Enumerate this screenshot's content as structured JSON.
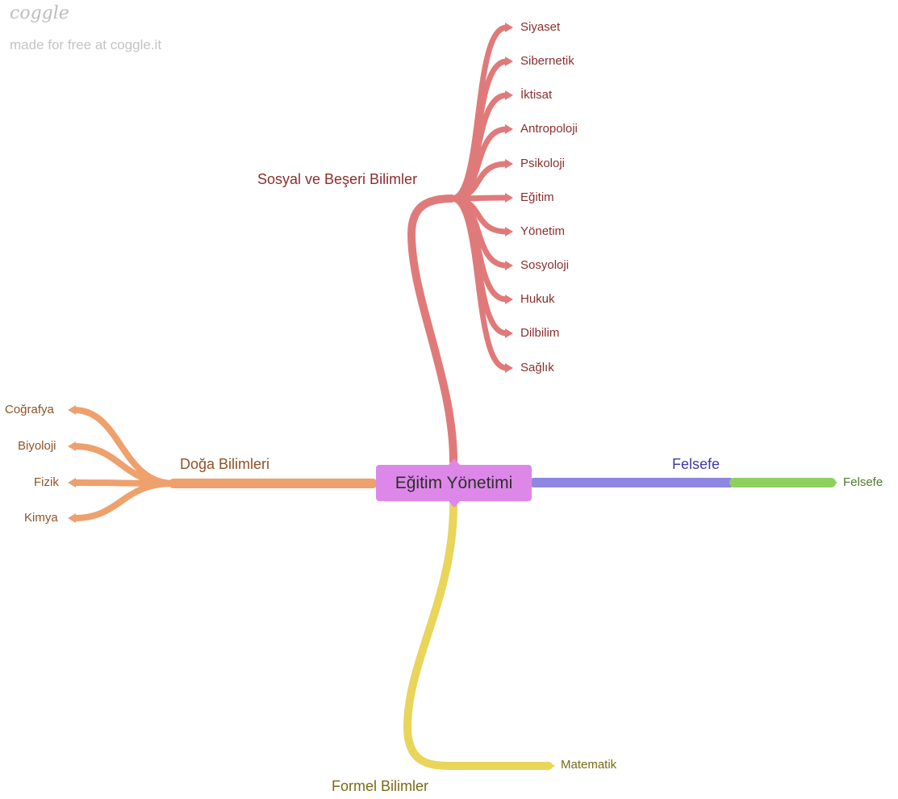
{
  "watermark": {
    "logo": "coggle",
    "text": "made for free at coggle.it"
  },
  "center": {
    "label": "Eğitim Yönetimi",
    "color": "#dd88e8"
  },
  "branches": {
    "sosyal": {
      "label": "Sosyal ve Beşeri Bilimler",
      "color": "#e07a7a",
      "text_color": "#8b2e2e",
      "children": [
        "Siyaset",
        "Sibernetik",
        "İktisat",
        "Antropoloji",
        "Psikoloji",
        "Eğitim",
        "Yönetim",
        "Sosyoloji",
        "Hukuk",
        "Dilbilim",
        "Sağlık"
      ]
    },
    "doga": {
      "label": "Doğa Bilimleri",
      "color": "#eea06d",
      "text_color": "#8f5326",
      "children": [
        "Coğrafya",
        "Biyoloji",
        "Fizik",
        "Kimya"
      ]
    },
    "felsefe": {
      "label": "Felsefe",
      "color": "#8e86e0",
      "text_color": "#3f3aa6",
      "children": [
        "Felsefe"
      ],
      "child_color": "#8fcf5e",
      "child_text_color": "#4d7a2a"
    },
    "formel": {
      "label": "Formel Bilimler",
      "color": "#e8d55a",
      "text_color": "#7a6a16",
      "children": [
        "Matematik"
      ]
    }
  }
}
